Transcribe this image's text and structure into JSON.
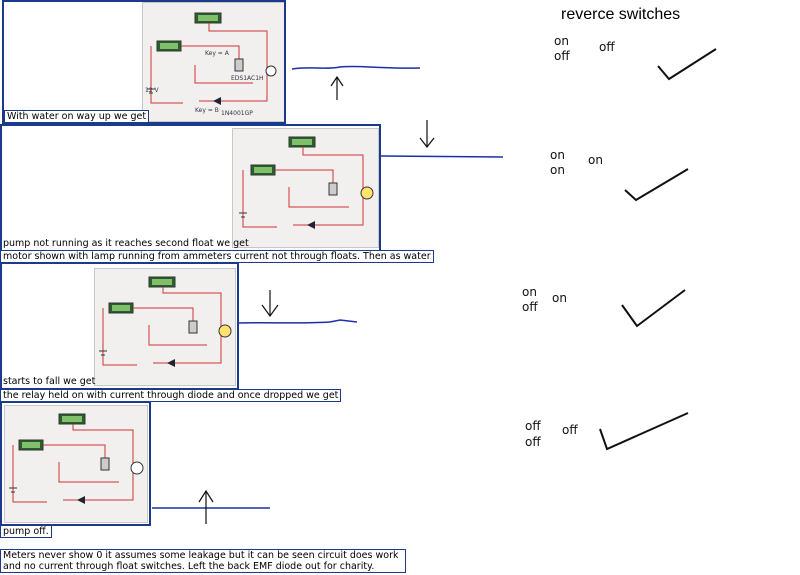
{
  "title": "reverce switches",
  "panels": [
    {
      "caption": "With water on way up we get"
    },
    {
      "caption": "pump not running as it reaches second float we get",
      "caption2": "motor shown with lamp running from ammeters current not through floats. Then as water"
    },
    {
      "caption": "starts to fall we get",
      "caption2": "the relay held on with current through diode and once dropped we get"
    },
    {
      "caption": "pump off.",
      "caption2": "Meters never show 0 it assumes some leakage but it can be seen circuit does work and no current through float switches. Left the back EMF diode out for charity."
    }
  ],
  "rows": [
    {
      "left_top": "on",
      "left_bottom": "off",
      "right": "off"
    },
    {
      "left_top": "on",
      "left_bottom": "on",
      "right": "on"
    },
    {
      "left_top": "on",
      "left_bottom": "off",
      "right": "on"
    },
    {
      "left_top": "off",
      "left_bottom": "off",
      "right": "off"
    }
  ],
  "schematic_labels": {
    "key_a": "Key = A",
    "key_b": "Key = B",
    "relay": "EDS1AC1H",
    "diode": "1N4001GP",
    "battery": "12 V"
  }
}
